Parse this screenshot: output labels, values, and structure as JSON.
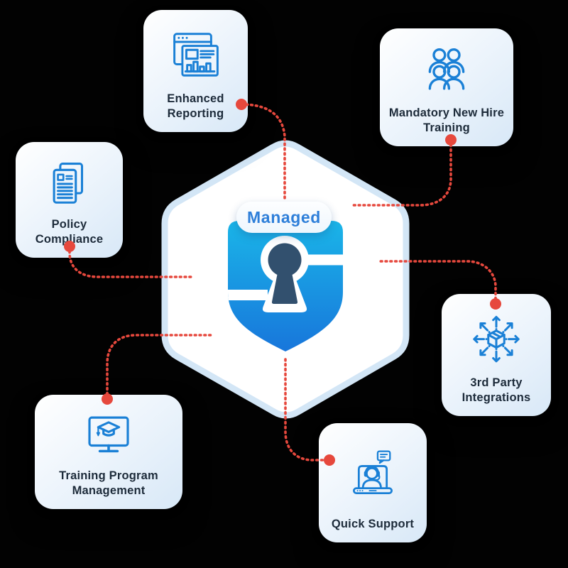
{
  "diagram": {
    "center": {
      "badge_label": "Managed",
      "icon": "shield-keyhole-icon"
    },
    "cards": [
      {
        "id": "enhanced-reporting",
        "label": "Enhanced Reporting",
        "icon": "report-browser-icon"
      },
      {
        "id": "mandatory-new-hire-training",
        "label": "Mandatory New Hire Training",
        "icon": "team-users-icon"
      },
      {
        "id": "policy-compliance",
        "label": "Policy Compliance",
        "icon": "policy-documents-icon"
      },
      {
        "id": "third-party-integrations",
        "label": "3rd Party Integrations",
        "icon": "integrations-cube-icon"
      },
      {
        "id": "training-program-management",
        "label": "Training Program Management",
        "icon": "training-monitor-icon"
      },
      {
        "id": "quick-support",
        "label": "Quick Support",
        "icon": "support-agent-icon"
      }
    ],
    "connectors": [
      {
        "from": "enhanced-reporting",
        "to": "center"
      },
      {
        "from": "mandatory-new-hire-training",
        "to": "center"
      },
      {
        "from": "policy-compliance",
        "to": "center"
      },
      {
        "from": "third-party-integrations",
        "to": "center"
      },
      {
        "from": "training-program-management",
        "to": "center"
      },
      {
        "from": "quick-support",
        "to": "center"
      }
    ],
    "colors": {
      "icon_stroke": "#1a80d6",
      "connector_red": "#e6483d",
      "badge_text": "#2e7fd9",
      "shield_gradient_top": "#1ab5e8",
      "shield_gradient_bottom": "#1876db",
      "keyhole_dark": "#32506e",
      "hexagon_border": "#d3e6f6",
      "card_text": "#1d2b3a"
    }
  }
}
